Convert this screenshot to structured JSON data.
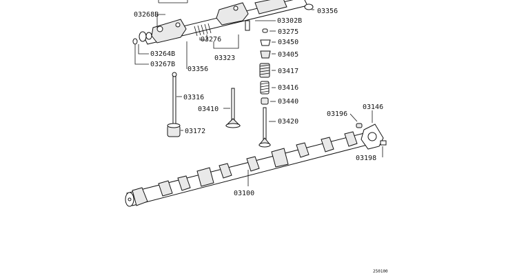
{
  "labels": {
    "l03268B": "03268B",
    "l03264B": "03264B",
    "l03267B": "03267B",
    "l03356a": "03356",
    "l03276": "03276",
    "l03323": "03323",
    "l03356b": "03356",
    "l03302B": "03302B",
    "l03275": "03275",
    "l03450": "03450",
    "l03405": "03405",
    "l03417": "03417",
    "l03416": "03416",
    "l03440": "03440",
    "l03420": "03420",
    "l03410": "03410",
    "l03316": "03316",
    "l03172": "03172",
    "l03196": "03196",
    "l03146": "03146",
    "l03198": "03198",
    "l03100": "03100"
  },
  "footer_code": "250100"
}
